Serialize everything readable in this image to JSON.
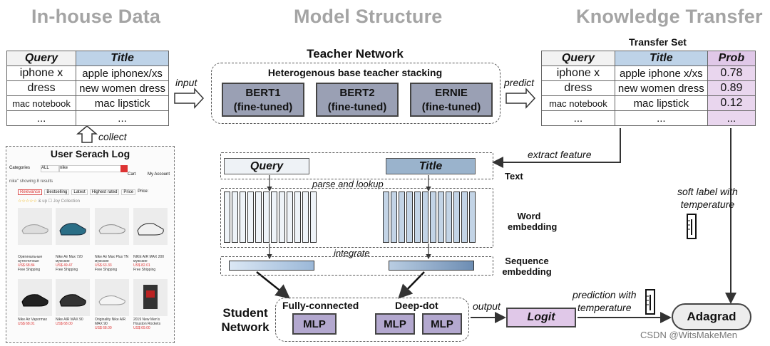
{
  "headers": {
    "inhouse": "In-house Data",
    "model": "Model Structure",
    "knowledge": "Knowledge Transfer"
  },
  "inhouse_table": {
    "columns": [
      "Query",
      "Title"
    ],
    "rows": [
      [
        "iphone x",
        "apple iphonex/xs"
      ],
      [
        "dress",
        "new women dress"
      ],
      [
        "mac notebook",
        "mac lipstick"
      ],
      [
        "...",
        "..."
      ]
    ]
  },
  "transfer_set": {
    "title": "Transfer Set",
    "columns": [
      "Query",
      "Title",
      "Prob"
    ],
    "rows": [
      [
        "iphone x",
        "apple iphone x/xs",
        "0.78"
      ],
      [
        "dress",
        "new women dress",
        "0.89"
      ],
      [
        "mac notebook",
        "mac lipstick",
        "0.12"
      ],
      [
        "...",
        "...",
        "..."
      ]
    ]
  },
  "teacher": {
    "title": "Teacher Network",
    "subtitle": "Heterogenous base teacher stacking",
    "models": [
      {
        "name": "BERT1",
        "note": "(fine-tuned)"
      },
      {
        "name": "BERT2",
        "note": "(fine-tuned)"
      },
      {
        "name": "ERNIE",
        "note": "(fine-tuned)"
      }
    ]
  },
  "labels": {
    "input": "input",
    "predict": "predict",
    "collect": "collect",
    "extract": "extract feature",
    "text": "Text",
    "parse": "parse and lookup",
    "word1": "Word",
    "word2": "embedding",
    "integrate": "integrate",
    "seq1": "Sequence",
    "seq2": "embedding",
    "soft1": "soft label with",
    "soft2": "temperature",
    "pred1": "prediction with",
    "pred2": "temperature",
    "output": "output",
    "fc": "Fully-connected",
    "dd": "Deep-dot",
    "mlp": "MLP",
    "logit": "Logit",
    "adagrad": "Adagrad",
    "student1": "Student",
    "student2": "Network",
    "query": "Query",
    "title": "Title"
  },
  "search_log": {
    "title": "User Serach Log",
    "categories": "Categories",
    "all": "ALL",
    "query": "nike",
    "cart": "Cart",
    "account": "My Account",
    "results": "nike\" showing 8 results",
    "tabs": [
      "Relevance",
      "Bestselling",
      "Latest",
      "Highest rated",
      "Price"
    ],
    "price": "Price:",
    "rating": "& up",
    "joy": "Joy Collection",
    "products": [
      {
        "name": "Оригинальные аутентичные",
        "price": "US$ 68.84",
        "ship": "Free Shipping"
      },
      {
        "name": "Nike Air Max 720 мужские",
        "price": "US$ 49.47",
        "ship": "Free Shipping"
      },
      {
        "name": "Nike Air Max Plus TN мужские",
        "price": "US$ 63.33",
        "ship": "Free Shipping"
      },
      {
        "name": "NIKE AIR MAX 200 мужские",
        "price": "US$ 82.01",
        "ship": "Free Shipping"
      },
      {
        "name": "Nike Air Vapormax",
        "price": "US$ 68.01",
        "ship": ""
      },
      {
        "name": "Nike AIR MAX 90",
        "price": "US$ 68.00",
        "ship": ""
      },
      {
        "name": "Originality Nike AIR MAX 90",
        "price": "US$ 68.00",
        "ship": ""
      },
      {
        "name": "2019 New Men's Houston Rockets",
        "price": "US$ 69.00",
        "ship": ""
      }
    ]
  },
  "watermark": "CSDN @WitsMakeMen"
}
